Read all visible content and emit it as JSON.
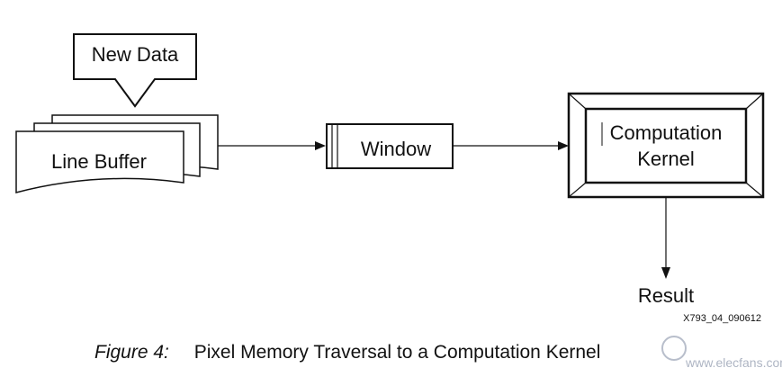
{
  "nodes": {
    "new_data": "New Data",
    "line_buffer": "Line Buffer",
    "window": "Window",
    "kernel_line1": "Computation",
    "kernel_line2": "Kernel",
    "result": "Result"
  },
  "figure": {
    "id": "X793_04_090612",
    "label": "Figure 4:",
    "title": "Pixel Memory Traversal to a Computation Kernel"
  },
  "watermark": "www.elecfans.com"
}
